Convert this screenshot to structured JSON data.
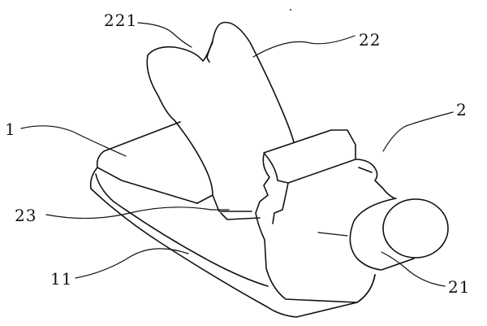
{
  "figure": {
    "labels": {
      "l221": "221",
      "l22": "22",
      "l2": "2",
      "l1": "1",
      "l23": "23",
      "l11": "11",
      "l21": "21"
    }
  }
}
